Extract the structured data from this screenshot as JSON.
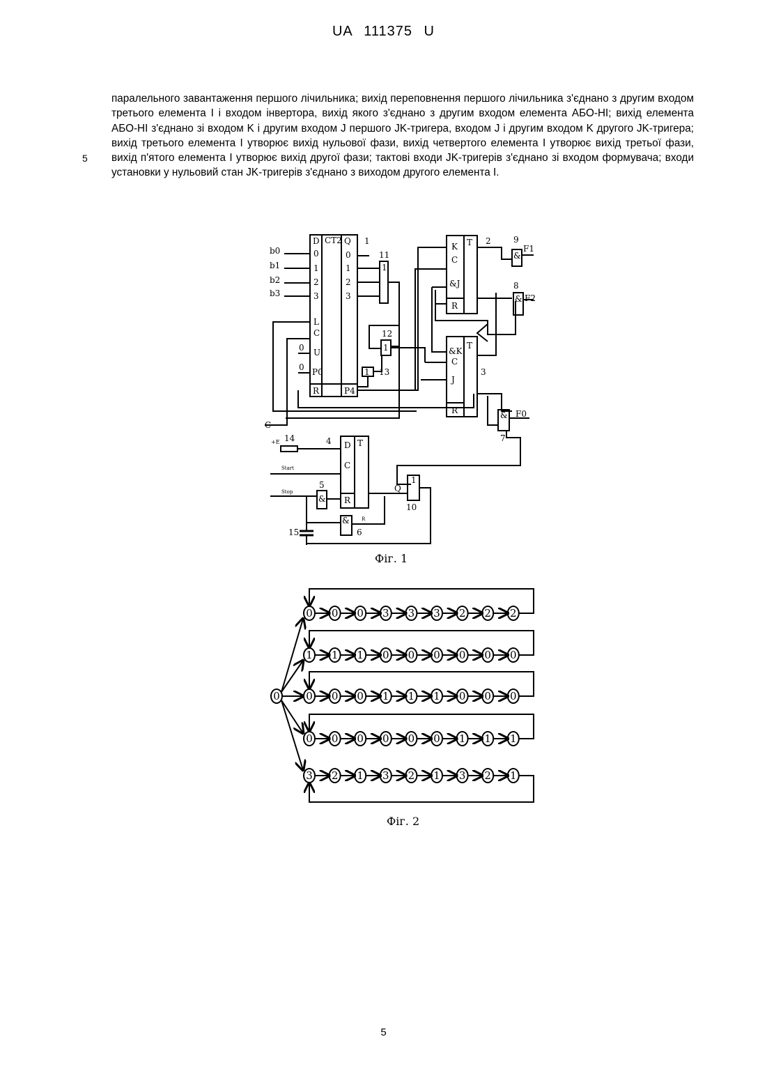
{
  "header": "UA 111375 U",
  "body_text": "паралельного завантаження першого лічильника; вихід переповнення першого лічильника з'єднано з другим входом третього елемента I і входом інвертора, вихід якого з'єднано з другим входом елемента АБО-НІ; вихід елемента АБО-НІ з'єднано зі входом K і другим входом J першого JK-тригера, входом J і другим входом K другого JK-тригера; вихід третього елемента I утворює вихід нульової фази, вихід четвертого елемента I утворює вихід третьої фази, вихід п'ятого елемента I утворює вихід другої фази; тактові входи JK-тригерів з'єднано зі входом формувача; входи установки у нульовий стан JK-тригерів з'єднано з виходом другого елемента I.",
  "line_number": "5",
  "figure1": {
    "caption": "Фіг. 1",
    "counter": {
      "number": "1",
      "label": "CT2",
      "data_inputs": [
        "b0",
        "b1",
        "b2",
        "b3"
      ],
      "left_pins": [
        "D",
        "0",
        "1",
        "2",
        "3",
        "L",
        "C",
        "U",
        "P0",
        "R"
      ],
      "right_pins": [
        "Q",
        "0",
        "1",
        "2",
        "3",
        "P4"
      ],
      "constant": "0"
    },
    "jk1": {
      "number": "2",
      "pins": [
        "K",
        "C",
        "&J",
        "R"
      ],
      "out": "T"
    },
    "jk2": {
      "number": "3",
      "pins": [
        "&K",
        "C",
        "J",
        "R"
      ],
      "out": "T"
    },
    "dff": {
      "number": "4",
      "pins": [
        "D",
        "C",
        "R"
      ],
      "out": "T"
    },
    "gates": {
      "g5": {
        "number": "5",
        "symbol": "&"
      },
      "g6": {
        "number": "6",
        "symbol": "&",
        "pin": "R"
      },
      "g7": {
        "number": "7",
        "symbol": "&",
        "out": "F0"
      },
      "g8": {
        "number": "8",
        "symbol": "&",
        "out": "F2"
      },
      "g9": {
        "number": "9",
        "symbol": "&",
        "out": "F1"
      },
      "g10": {
        "number": "10",
        "symbol": "1",
        "pin": "Q"
      },
      "g11": {
        "number": "11",
        "symbol": "1"
      },
      "g12": {
        "number": "12",
        "symbol": "1"
      },
      "g13": {
        "number": "13",
        "symbol": "1"
      }
    },
    "resistor": "14",
    "capacitor": "15",
    "supply": "+E",
    "signals": {
      "clock": "C",
      "start": "Start",
      "stop": "Stop"
    }
  },
  "figure2": {
    "caption": "Фіг. 2",
    "start_state": "0",
    "rows": [
      [
        "0",
        "0",
        "0",
        "3",
        "3",
        "3",
        "2",
        "2",
        "2"
      ],
      [
        "1",
        "1",
        "1",
        "0",
        "0",
        "0",
        "0",
        "0",
        "0"
      ],
      [
        "0",
        "0",
        "0",
        "1",
        "1",
        "1",
        "0",
        "0",
        "0"
      ],
      [
        "0",
        "0",
        "0",
        "0",
        "0",
        "0",
        "1",
        "1",
        "1"
      ],
      [
        "3",
        "2",
        "1",
        "3",
        "2",
        "1",
        "3",
        "2",
        "1"
      ]
    ]
  },
  "page_number": "5"
}
